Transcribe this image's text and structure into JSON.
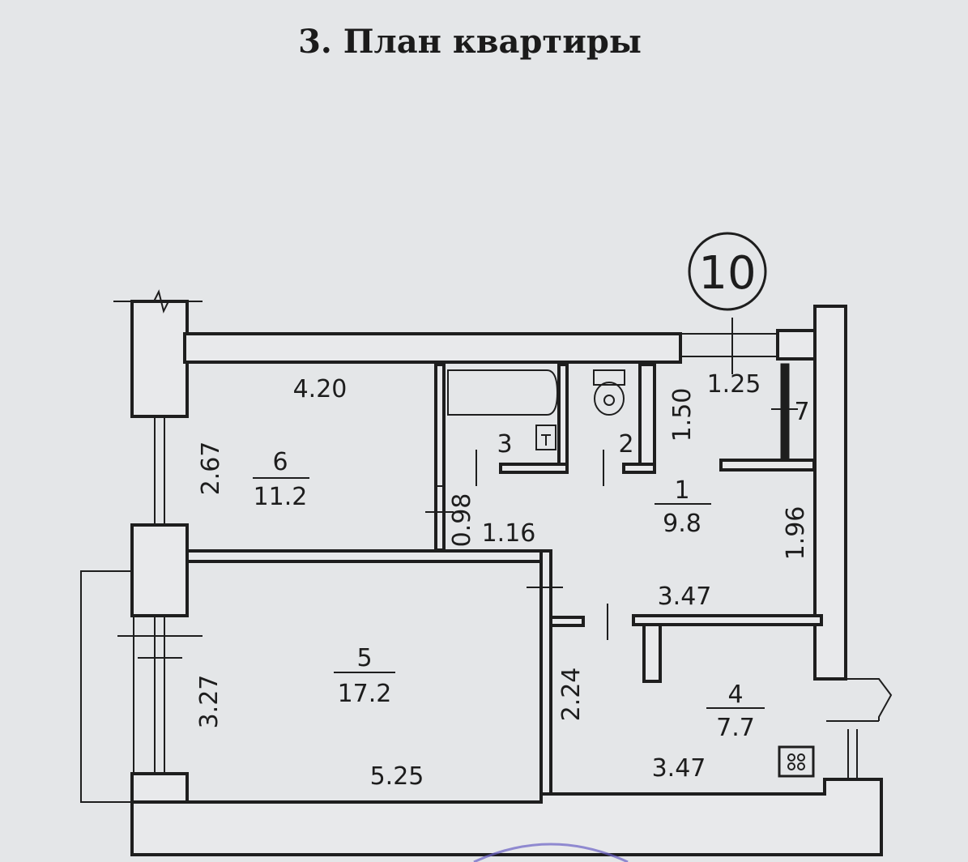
{
  "title": "3. План квартиры",
  "apartment_number": "10",
  "rooms": [
    {
      "num": "1",
      "area": "9.8"
    },
    {
      "num": "2"
    },
    {
      "num": "3"
    },
    {
      "num": "4",
      "area": "7.7"
    },
    {
      "num": "5",
      "area": "17.2"
    },
    {
      "num": "6",
      "area": "11.2"
    },
    {
      "num": "7"
    }
  ],
  "dimensions": {
    "room6_width": "4.20",
    "room6_depth": "2.67",
    "closet_width": "1.25",
    "closet_depth": "1.50",
    "niche_depth": "0.98",
    "niche_width": "1.16",
    "hall_depth": "1.96",
    "hall_width": "3.47",
    "room5_depth": "3.27",
    "room5_width": "5.25",
    "room4_depth": "2.24",
    "room4_width": "3.47"
  },
  "colors": {
    "paper": "#e4e6e8",
    "ink": "#1e1e1e",
    "stamp": "#6a5fc4"
  }
}
